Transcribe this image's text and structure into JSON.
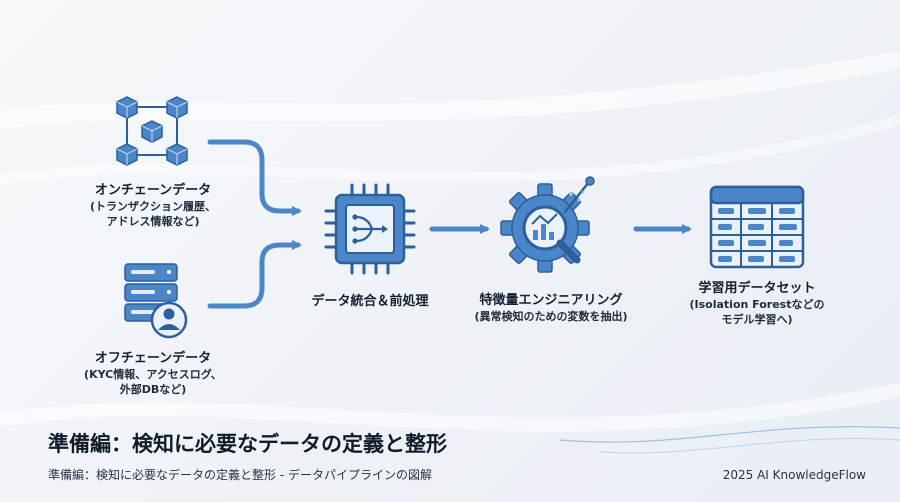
{
  "nodes": {
    "onchain": {
      "title": "オンチェーンデータ",
      "sub": [
        "(トランザクション履歴、",
        "アドレス情報など)"
      ]
    },
    "offchain": {
      "title": "オフチェーンデータ",
      "sub": [
        "(KYC情報、アクセスログ、",
        "外部DBなど)"
      ]
    },
    "integration": {
      "title": "データ統合＆前処理"
    },
    "feature": {
      "title": "特徴量エンジニアリング",
      "sub": [
        "(異常検知のための変数を抽出)"
      ]
    },
    "dataset": {
      "title": "学習用データセット",
      "sub": [
        "(Isolation Forestなどの",
        "モデル学習へ)"
      ]
    }
  },
  "footer": {
    "title": "準備編：検知に必要なデータの定義と整形",
    "subtitle": "準備編：検知に必要なデータの定義と整形 - データパイプラインの図解",
    "credit": "2025 AI KnowledgeFlow"
  },
  "colors": {
    "accent": "#4a86c8",
    "accent_dark": "#2d5f9a",
    "accent_light": "#9cc2e8",
    "text": "#14202f"
  }
}
